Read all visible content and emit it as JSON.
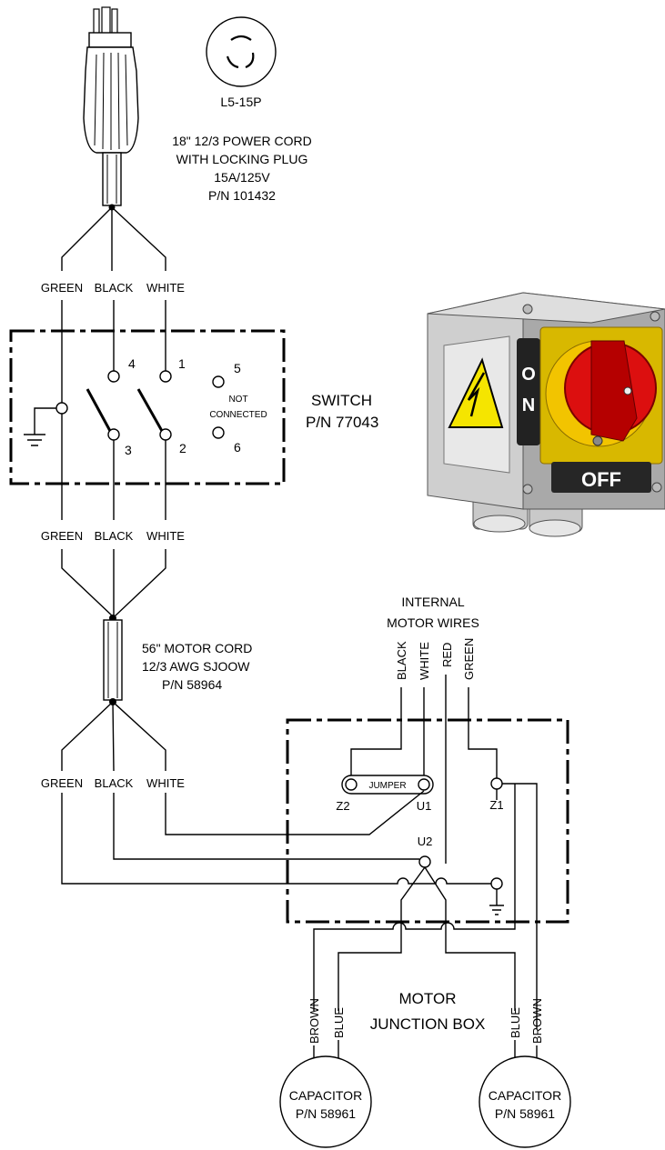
{
  "plug": {
    "type_label": "L5-15P",
    "desc_line1": "18\" 12/3 POWER CORD",
    "desc_line2": "WITH LOCKING PLUG",
    "desc_line3": "15A/125V",
    "desc_line4": "P/N 101432"
  },
  "wires_top": [
    "GREEN",
    "BLACK",
    "WHITE"
  ],
  "switch": {
    "title": "SWITCH",
    "part": "P/N 77043",
    "terminals": [
      "4",
      "1",
      "5",
      "3",
      "2",
      "6"
    ],
    "not_connected_1": "NOT",
    "not_connected_2": "CONNECTED",
    "on_label": "ON",
    "off_label": "OFF"
  },
  "wires_mid": [
    "GREEN",
    "BLACK",
    "WHITE"
  ],
  "motor_cord": {
    "line1": "56\" MOTOR CORD",
    "line2": "12/3 AWG SJOOW",
    "line3": "P/N 58964"
  },
  "wires_bottom": [
    "GREEN",
    "BLACK",
    "WHITE"
  ],
  "internal": {
    "title1": "INTERNAL",
    "title2": "MOTOR WIRES",
    "wires": [
      "BLACK",
      "WHITE",
      "RED",
      "GREEN"
    ]
  },
  "junction": {
    "jumper": "JUMPER",
    "z2": "Z2",
    "u1": "U1",
    "z1": "Z1",
    "u2": "U2",
    "title1": "MOTOR",
    "title2": "JUNCTION BOX"
  },
  "cap_wires": [
    "BROWN",
    "BLUE",
    "BLUE",
    "BROWN"
  ],
  "capacitor": {
    "label": "CAPACITOR",
    "part": "P/N 58961"
  }
}
